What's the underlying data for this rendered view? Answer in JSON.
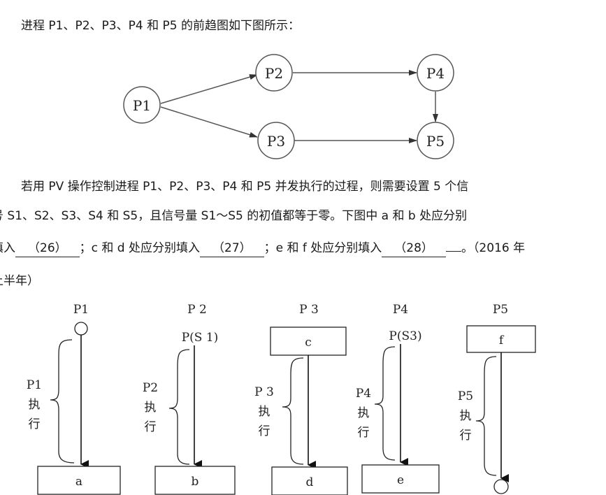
{
  "intro": "进程 P1、P2、P3、P4 和 P5 的前趋图如下图所示：",
  "precedence_graph": {
    "nodes": [
      "P1",
      "P2",
      "P3",
      "P4",
      "P5"
    ]
  },
  "question": {
    "line1": "若用 PV 操作控制进程 P1、P2、P3、P4 和 P5 并发执行的过程，则需要设置 5 个信",
    "line2": "号 S1、S2、S3、S4 和 S5，且信号量 S1～S5 的初值都等于零。下图中 a 和 b 处应分别",
    "line3_a": "填入",
    "blank26": "（26）",
    "line3_b": "；c 和 d 处应分别填入",
    "blank27": "（27）",
    "line3_c": "；e 和 f 处应分别填入",
    "blank28": "（28）",
    "line3_d": "。（2016 年",
    "line4": "上半年）"
  },
  "process_diagram": {
    "p1": {
      "title": "P1",
      "exec1": "P1",
      "exec2": "执",
      "exec3": "行",
      "box_bottom": "a"
    },
    "p2": {
      "title": "P 2",
      "op_top": "P(S 1)",
      "exec1": "P2",
      "exec2": "执",
      "exec3": "行",
      "box_bottom": "b"
    },
    "p3": {
      "title": "P 3",
      "box_top": "c",
      "exec1": "P 3",
      "exec2": "执",
      "exec3": "行",
      "box_bottom": "d"
    },
    "p4": {
      "title": "P4",
      "op_top": "P(S3)",
      "exec1": "P4",
      "exec2": "执",
      "exec3": "行",
      "box_bottom": "e"
    },
    "p5": {
      "title": "P5",
      "box_top": "f",
      "exec1": "P5",
      "exec2": "执",
      "exec3": "行"
    }
  }
}
